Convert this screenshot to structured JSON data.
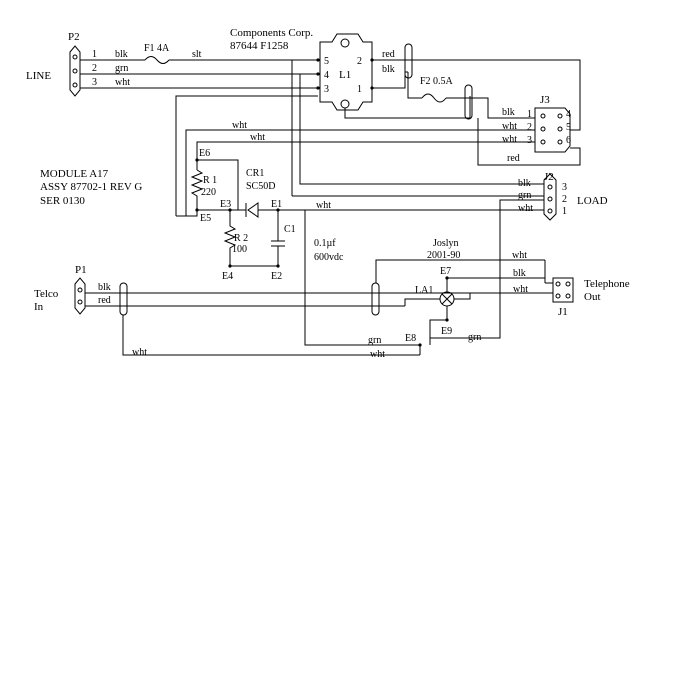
{
  "title": {
    "vendor": "Components Corp.",
    "part": "87644   F1258"
  },
  "module": {
    "name": "MODULE   A17",
    "assy": "ASSY 87702-1 REV G",
    "ser": "SER 0130"
  },
  "connectors": {
    "p2": {
      "name": "P2",
      "desc": "LINE",
      "pins": [
        "1",
        "2",
        "3"
      ],
      "wires": [
        "blk",
        "grn",
        "wht"
      ]
    },
    "j3": {
      "name": "J3",
      "pins_left": [
        "1",
        "2",
        "3"
      ],
      "pins_right": [
        "4",
        "5",
        "6"
      ],
      "wires": [
        "blk",
        "wht",
        "wht",
        "red"
      ]
    },
    "j2": {
      "name": "J2",
      "desc": "LOAD",
      "pins": [
        "3",
        "2",
        "1"
      ],
      "wires": [
        "blk",
        "grn",
        "wht"
      ]
    },
    "p1": {
      "name": "P1",
      "desc": [
        "Telco",
        "In"
      ],
      "wires": [
        "blk",
        "red"
      ]
    },
    "j1": {
      "name": "J1",
      "desc": [
        "Telephone",
        "Out"
      ],
      "wires": [
        "wht",
        "blk",
        "wht"
      ]
    }
  },
  "components": {
    "f1": "F1  4A",
    "f1_out": "slt",
    "f2": "F2  0.5A",
    "l1": {
      "name": "L1",
      "pins": [
        "5",
        "4",
        "3",
        "2",
        "1"
      ],
      "wires": [
        "red",
        "blk"
      ]
    },
    "r1": {
      "name": "R 1",
      "value": "220"
    },
    "r2": {
      "name": "R 2",
      "value": "100"
    },
    "cr1": {
      "name": "CR1",
      "value": "SC50D"
    },
    "c1": {
      "name": "C1",
      "value": [
        "0.1µf",
        "600vdc"
      ]
    },
    "la1": {
      "name": "LA1",
      "vendor": "Joslyn",
      "part": "2001-90"
    }
  },
  "nodes": [
    "E1",
    "E2",
    "E3",
    "E4",
    "E5",
    "E6",
    "E7",
    "E8",
    "E9"
  ],
  "wire_labels": {
    "wht_top1": "wht",
    "wht_top2": "wht",
    "wht_e1": "wht",
    "wht_la": "wht",
    "blk_la": "blk",
    "wht_la2": "wht",
    "grn_e8": "grn",
    "wht_e8": "wht",
    "grn_e9": "grn",
    "wht_p1": "wht"
  }
}
